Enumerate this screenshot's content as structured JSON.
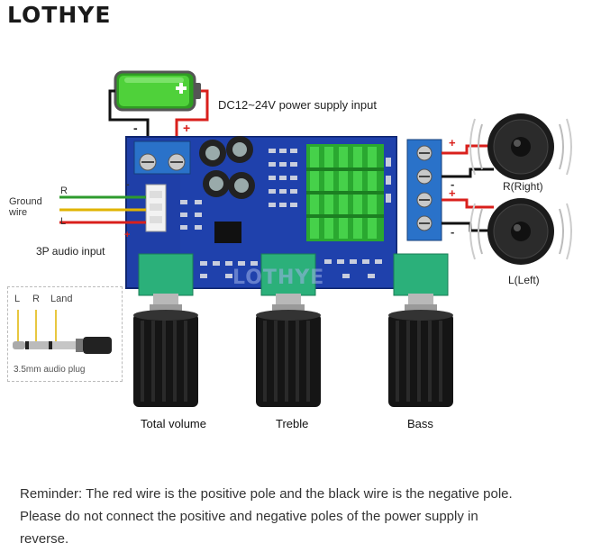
{
  "brand": "LOTHYE",
  "watermark": "LOTHYE",
  "labels": {
    "power_input": "DC12~24V power supply input",
    "ground_wire": "Ground\nwire",
    "r_letter": "R",
    "l_letter": "L",
    "audio_input": "3P audio input",
    "right_speaker": "R(Right)",
    "left_speaker": "L(Left)",
    "plug_l": "L",
    "plug_r": "R",
    "plug_land": "Land",
    "plug_caption": "3.5mm audio plug",
    "knob_volume": "Total volume",
    "knob_treble": "Treble",
    "knob_bass": "Bass",
    "minus": "-",
    "plus": "+"
  },
  "reminder": "Reminder: The red wire is the positive pole and the black wire is the negative pole. Please do not connect the positive and negative poles of the power supply in reverse.",
  "colors": {
    "pcb": "#1f3fa8",
    "battery": "#3fbf2a",
    "heatsink": "#38c23b",
    "terminal": "#2a72c9",
    "pot": "#2bb07a",
    "wire_red": "#d9201c",
    "wire_black": "#111111",
    "wire_green": "#2e9b2e",
    "wire_yellow": "#e0b400"
  }
}
